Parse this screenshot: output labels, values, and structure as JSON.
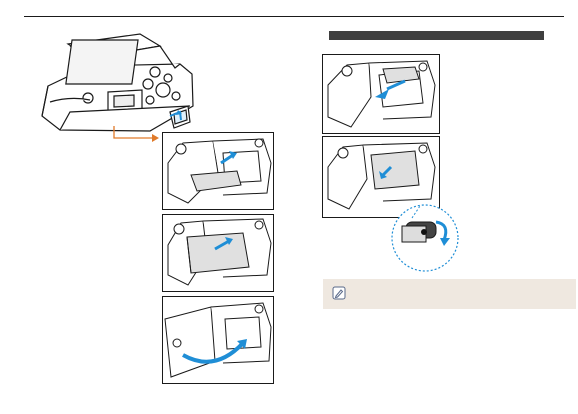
{
  "page": {
    "header_rule": "top-rule",
    "section_bar": "section-bar"
  },
  "illustrations": {
    "camera": "camera-battery-door-illustration",
    "callout_arrow": "callout-arrow",
    "left_steps": [
      "insert-memory-card",
      "insert-battery",
      "close-battery-cover"
    ],
    "right_steps": [
      "remove-memory-card",
      "remove-battery",
      "battery-lock-detail"
    ]
  },
  "note": {
    "icon": "note-icon",
    "text": ""
  },
  "colors": {
    "accent_orange": "#e07a2a",
    "accent_blue": "#1f8ed6",
    "note_bg": "#efe8e0",
    "line": "#1a1a1a",
    "card_fill": "#e0e0e0"
  }
}
